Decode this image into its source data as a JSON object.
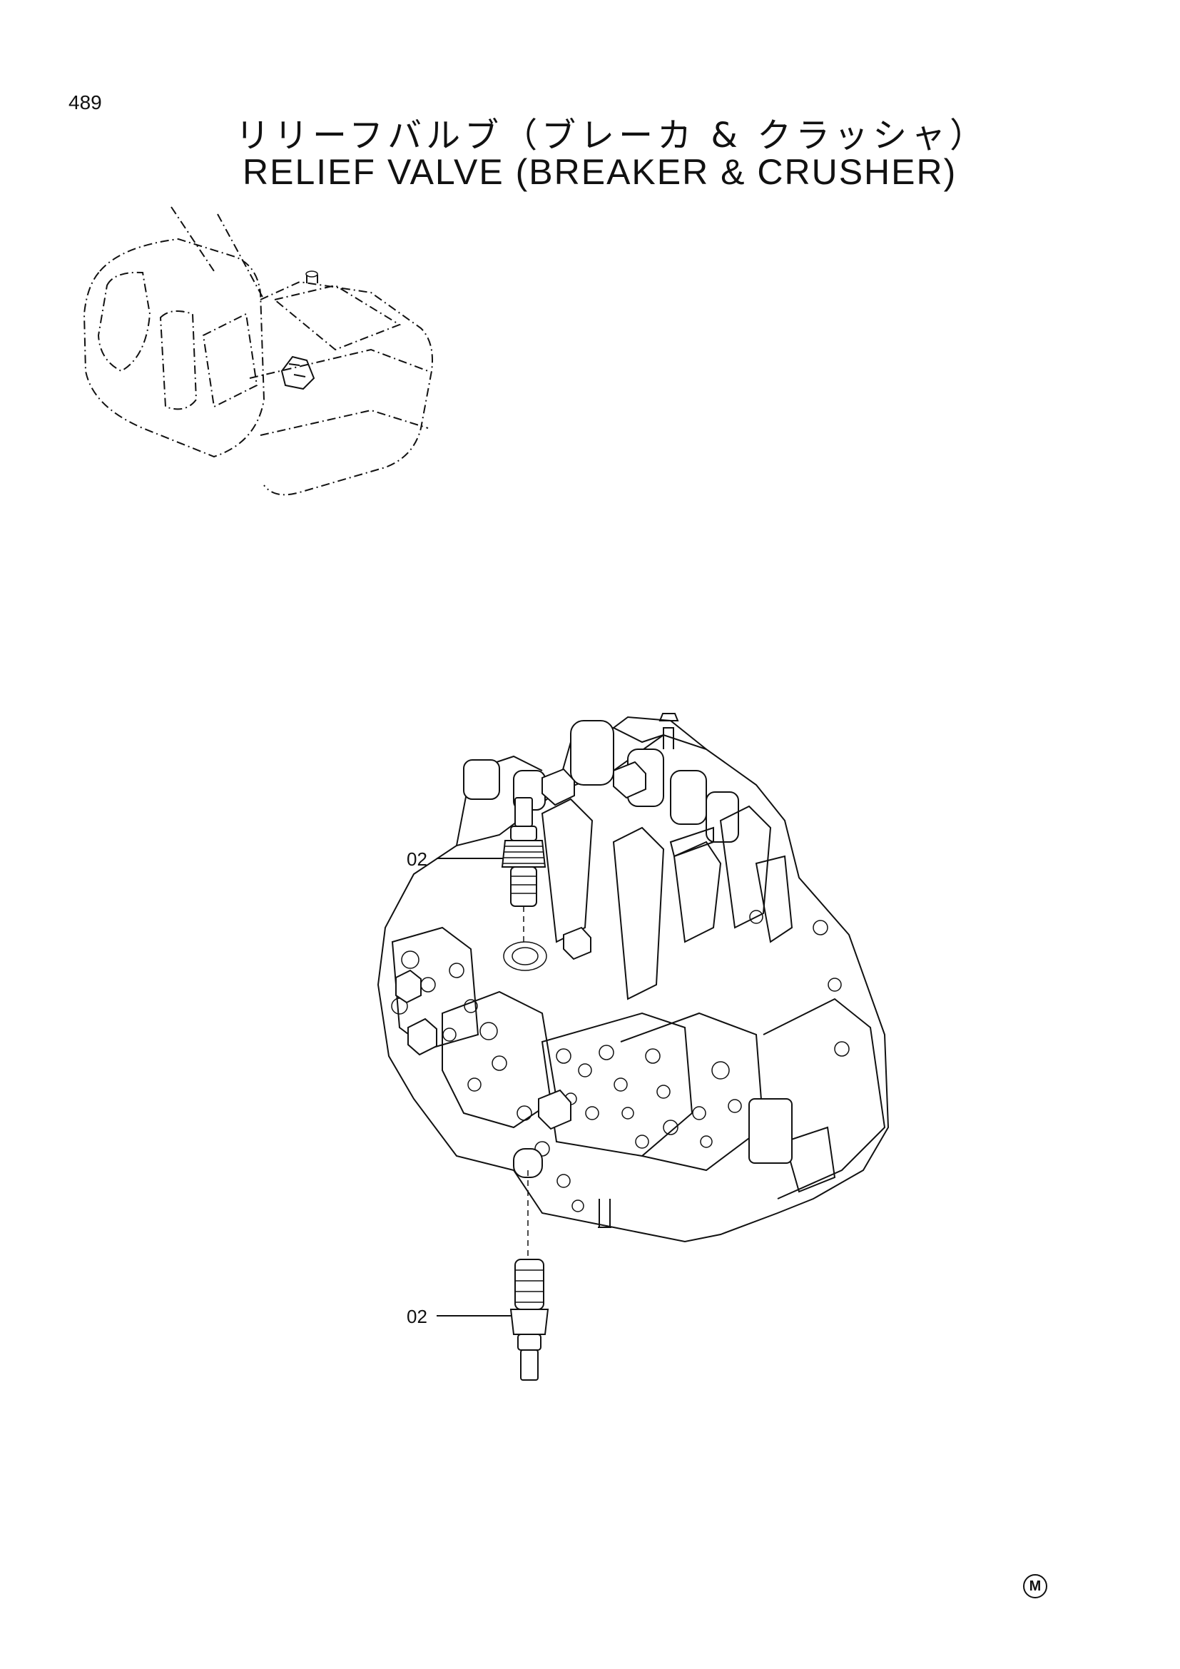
{
  "header": {
    "page_number": "489",
    "title_jp": "リリーフバルブ（ブレーカ & クラッシャ）",
    "title_en": "RELIEF VALVE (BREAKER & CRUSHER)"
  },
  "callouts": [
    {
      "label": "02"
    },
    {
      "label": "02"
    }
  ],
  "footer": {
    "mark": "M"
  }
}
